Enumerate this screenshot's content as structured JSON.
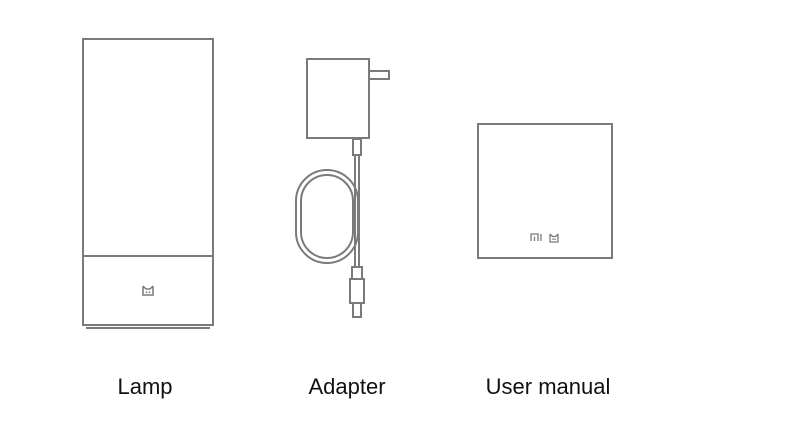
{
  "items": [
    {
      "id": "lamp",
      "label": "Lamp",
      "icon": "mi-home-logo-icon"
    },
    {
      "id": "adapter",
      "label": "Adapter",
      "icon": "power-adapter-icon"
    },
    {
      "id": "user-manual",
      "label": "User manual",
      "icon": "mi-logo-icon",
      "logo_text": "MI"
    }
  ],
  "colors": {
    "outline": "#7a7a7a",
    "label": "#111111",
    "background": "#ffffff"
  }
}
